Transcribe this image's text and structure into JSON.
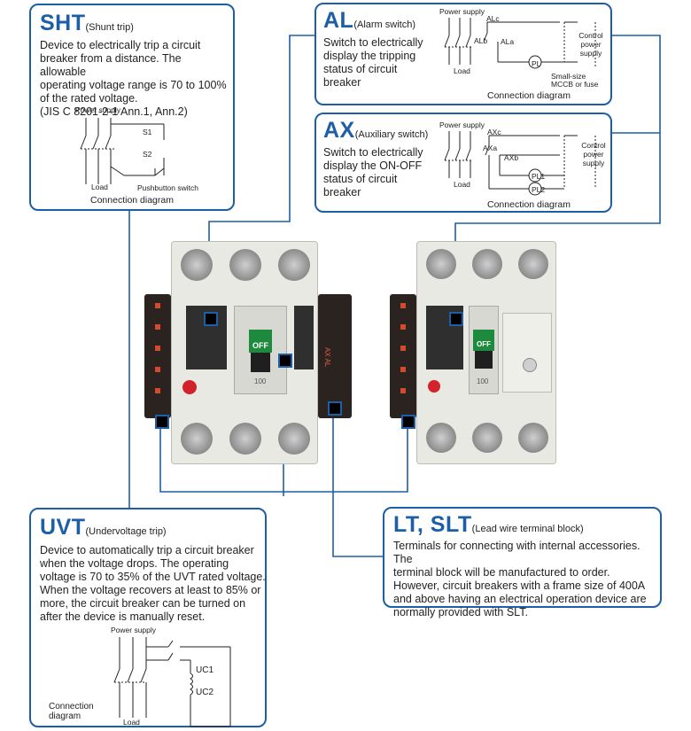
{
  "colors": {
    "accent": "#1d5fa6",
    "breaker_body": "#e9e9e4",
    "side_block": "#2b2320",
    "on_button": "#1d8a3e",
    "off_label": "#ffffff",
    "reset_red": "#d3232a"
  },
  "sht": {
    "code": "SHT",
    "subtitle": "(Shunt trip)",
    "description_lines": [
      "Device to electrically trip a circuit",
      "breaker from a distance. The allowable",
      "operating voltage range is 70 to 100%",
      "of the rated voltage.",
      "(JIS C 8201-2-1 Ann.1, Ann.2)"
    ],
    "labels": {
      "power_supply": "Power supply",
      "s1": "S1",
      "s2": "S2",
      "load": "Load",
      "pushbutton": "Pushbutton switch"
    },
    "caption": "Connection diagram"
  },
  "al": {
    "code": "AL",
    "subtitle": "(Alarm switch)",
    "description_lines": [
      "Switch to electrically",
      "display the tripping",
      "status of circuit",
      "breaker"
    ],
    "labels": {
      "power_supply": "Power supply",
      "alc": "ALc",
      "alb": "ALb",
      "ala": "ALa",
      "load": "Load",
      "pl": "PL",
      "control": "Control power supply",
      "mccb": "Small-size MCCB or fuse"
    },
    "caption": "Connection diagram"
  },
  "ax": {
    "code": "AX",
    "subtitle": "(Auxiliary switch)",
    "description_lines": [
      "Switch to electrically",
      "display the ON-OFF",
      "status of circuit",
      "breaker"
    ],
    "labels": {
      "power_supply": "Power supply",
      "axc": "AXc",
      "axa": "AXa",
      "axb": "AXb",
      "load": "Load",
      "pl1": "PL1",
      "pl2": "PL2",
      "control": "Control power supply"
    },
    "caption": "Connection diagram"
  },
  "uvt": {
    "code": "UVT",
    "subtitle": "(Undervoltage trip)",
    "description_lines": [
      "Device to automatically trip a circuit breaker",
      "when the voltage drops. The operating",
      "voltage is 70 to 35% of the UVT rated voltage.",
      "When the voltage recovers at least to 85% or",
      "more, the circuit breaker can be turned on",
      "after the device is manually reset."
    ],
    "labels": {
      "power_supply": "Power supply",
      "uc1": "UC1",
      "uc2": "UC2",
      "load": "Load"
    },
    "caption_lines": [
      "Connection",
      "diagram"
    ]
  },
  "lt": {
    "code": "LT, SLT",
    "subtitle": "(Lead wire terminal block)",
    "description_lines": [
      "Terminals for connecting with internal accessories. The",
      "terminal block will be manufactured to order.",
      "However, circuit breakers with a frame size of 400A",
      "and above having an electrical operation device are",
      "normally provided with SLT."
    ]
  },
  "breakers": {
    "left": {
      "off_label": "OFF",
      "side_left_text": "AX AL",
      "rating": "100"
    },
    "right": {
      "off_label": "OFF",
      "rating": "100"
    }
  }
}
